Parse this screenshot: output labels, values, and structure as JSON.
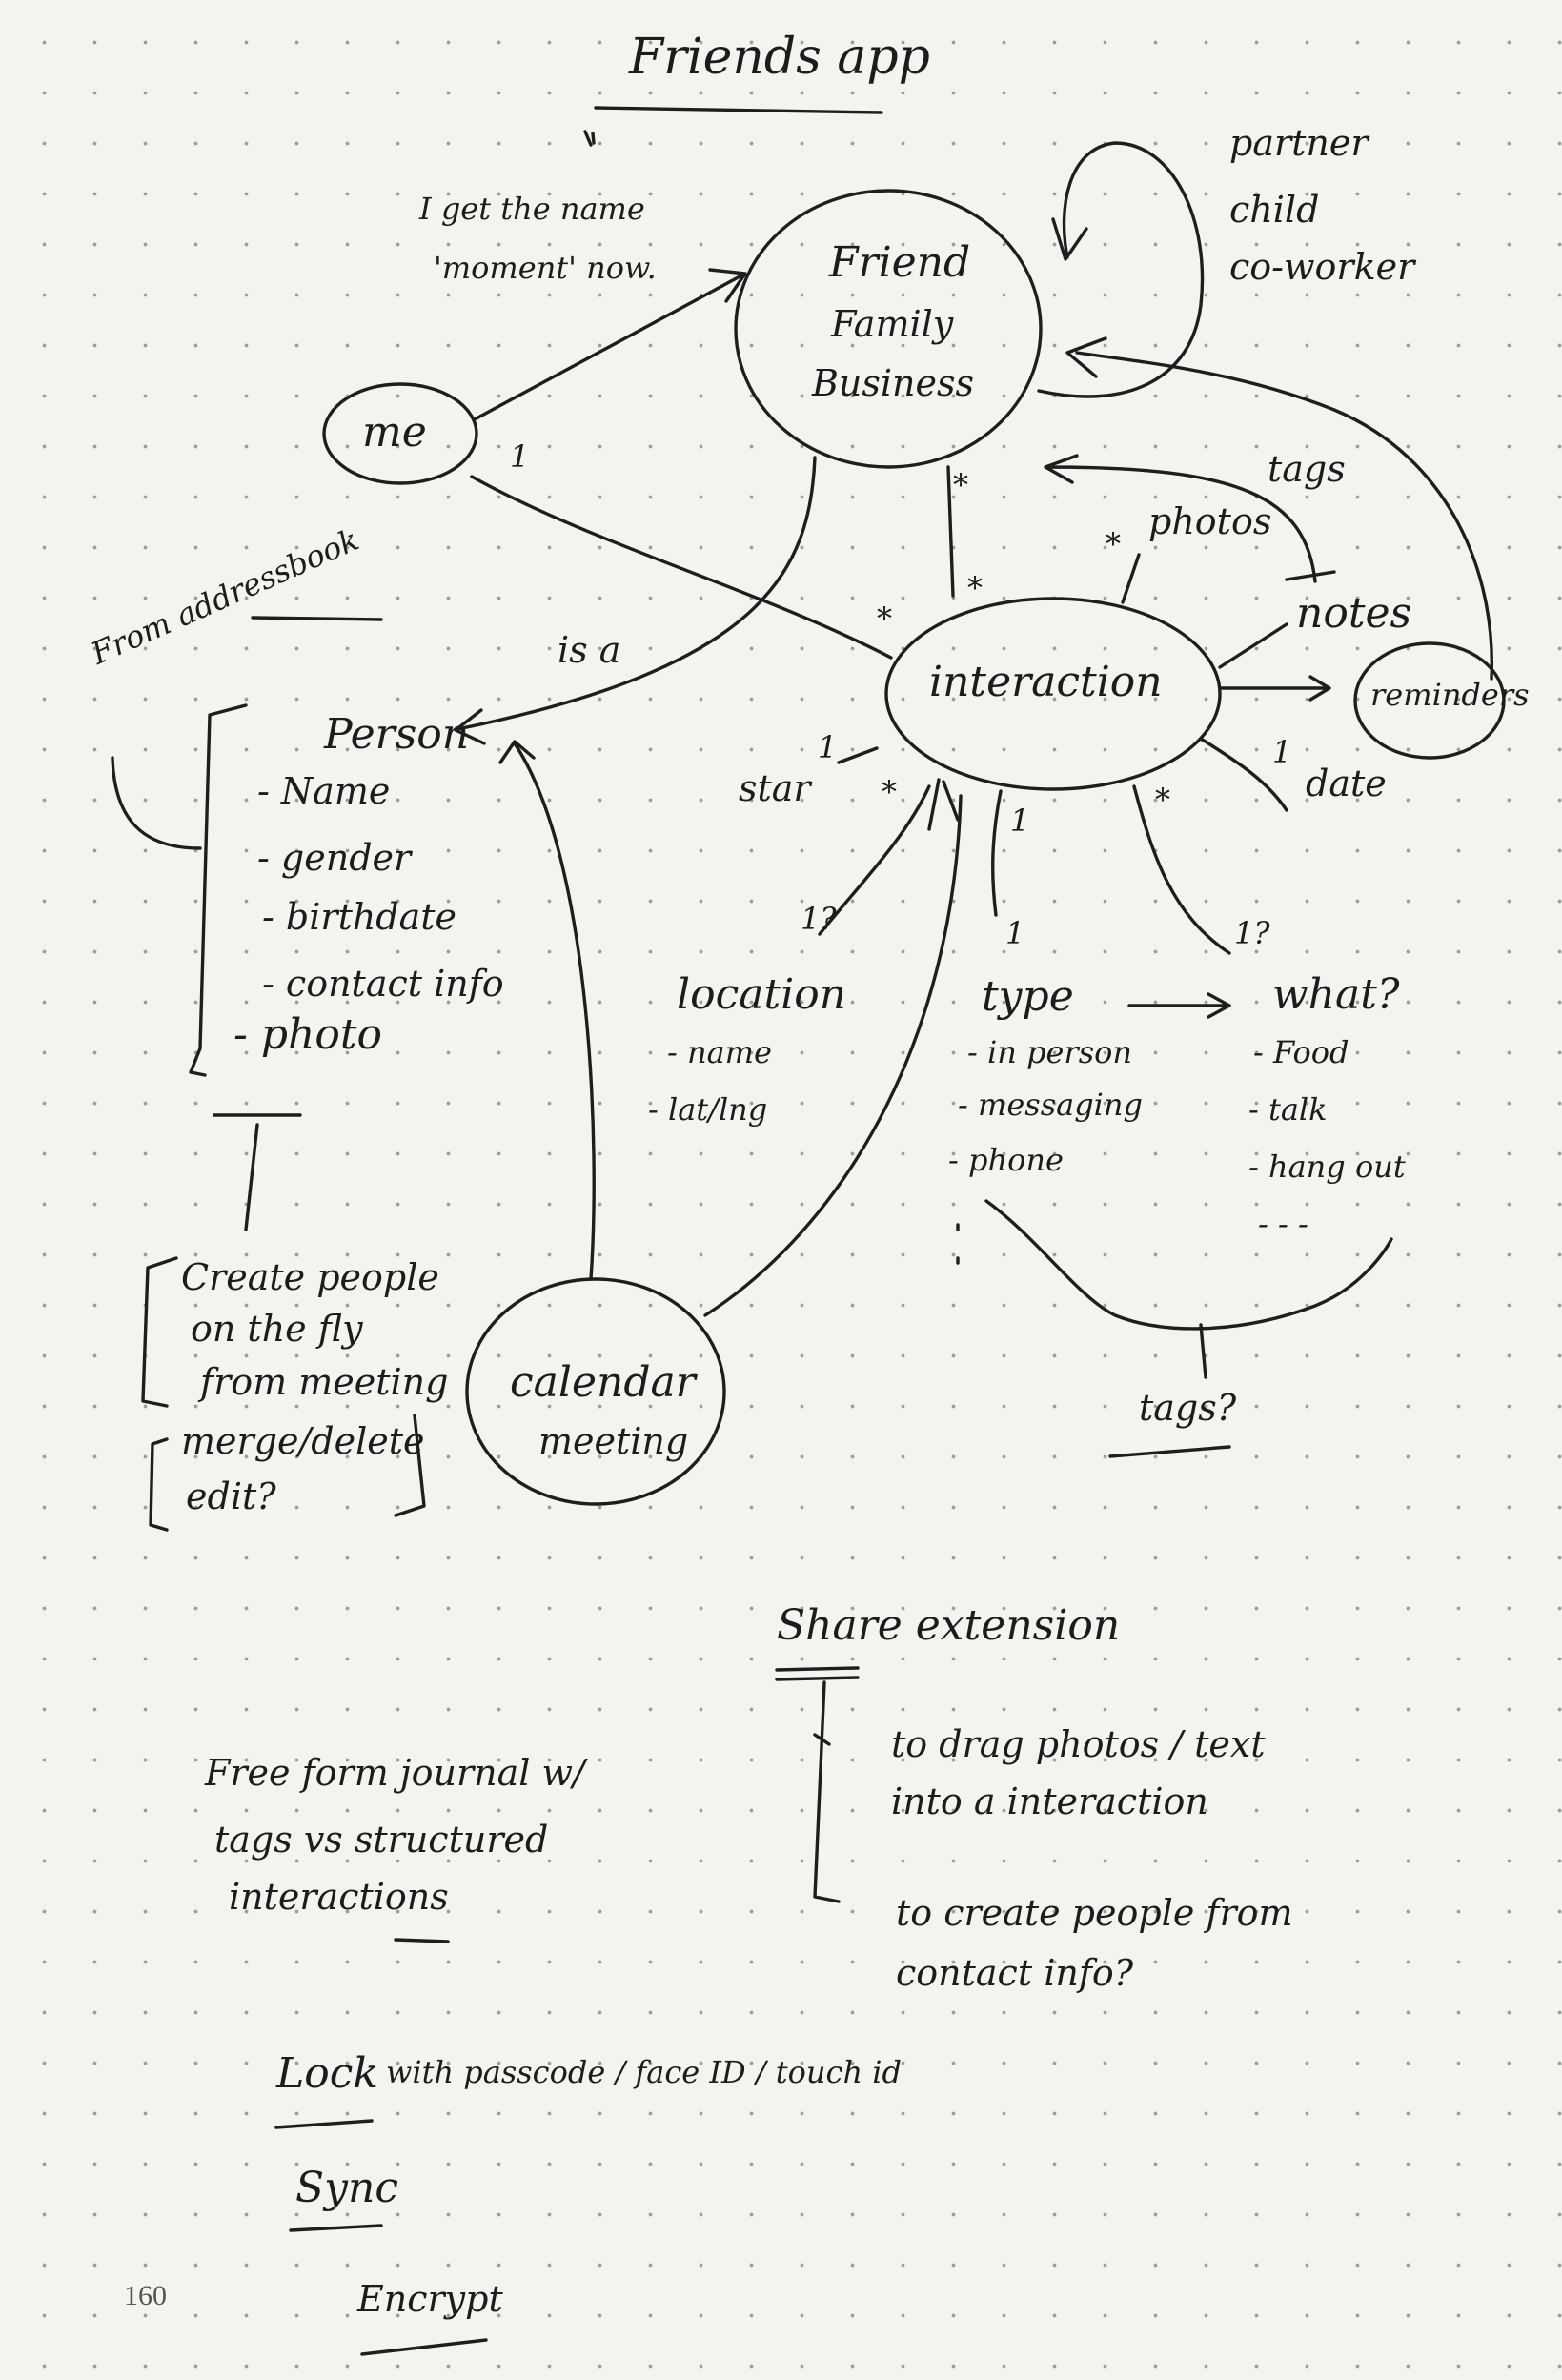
{
  "title": "Friends app",
  "page_number": "160",
  "nodes": {
    "me": "me",
    "relationship": [
      "Friend",
      "Family",
      "Business"
    ],
    "relationship_sub": [
      "partner",
      "child",
      "co-worker"
    ],
    "interaction": "interaction",
    "person": "Person",
    "calendar": [
      "calendar",
      "meeting"
    ],
    "reminders": "reminders"
  },
  "annotations": {
    "me_note": [
      "I get the name",
      "'moment' now."
    ],
    "from_addressbook": "From addressbook",
    "is_a": "is a",
    "tags_top": "tags",
    "photos": "photos",
    "notes": "notes",
    "date": "date",
    "star": "star",
    "tags_bottom": "tags?"
  },
  "multiplicity": {
    "me_interaction": "1",
    "rel_interaction": "*",
    "int_rel": "*",
    "int_interaction": "*",
    "photos_star": "*",
    "star_one": "1",
    "star_star": "*",
    "type_one": "1",
    "type_one2": "1",
    "what_star": "*",
    "date_one": "1",
    "loc": "1?",
    "what": "1?"
  },
  "person_fields": [
    "- Name",
    "- gender",
    "- birthdate",
    "- contact info",
    "- photo"
  ],
  "location": {
    "title": "location",
    "fields": [
      "- name",
      "- lat/lng"
    ]
  },
  "type": {
    "title": "type",
    "fields": [
      "- in person",
      "- messaging",
      "- phone"
    ]
  },
  "what": {
    "title": "what?",
    "fields": [
      "- Food",
      "- talk",
      "- hang out",
      "- - -"
    ]
  },
  "create_people": [
    "Create people",
    "on the fly",
    "from meeting",
    "merge/delete",
    "edit?"
  ],
  "share_extension": {
    "title": "Share extension",
    "items": [
      [
        "to drag photos / text",
        "into a interaction"
      ],
      [
        "to create people from",
        "contact info?"
      ]
    ]
  },
  "free_form": [
    "Free form journal w/",
    "tags vs structured",
    "interactions"
  ],
  "lock": {
    "label": "Lock",
    "rest": "with passcode / face ID / touch id"
  },
  "sync": "Sync",
  "encrypt": "Encrypt"
}
